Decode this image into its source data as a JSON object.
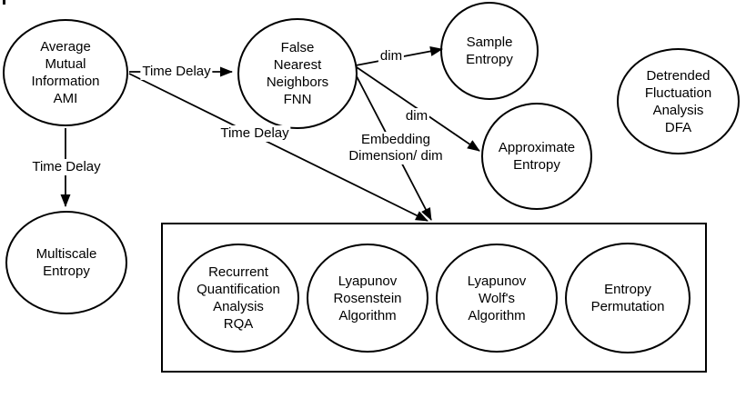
{
  "diagram": {
    "background_color": "#ffffff",
    "line_color": "#000000"
  },
  "nodes": [
    {
      "id": "ami",
      "lines": [
        "Average",
        "Mutual",
        "Information",
        "AMI"
      ]
    },
    {
      "id": "fnn",
      "lines": [
        "False",
        "Nearest",
        "Neighbors",
        "FNN"
      ]
    },
    {
      "id": "sample",
      "lines": [
        "Sample",
        "Entropy"
      ]
    },
    {
      "id": "approximate",
      "lines": [
        "Approximate",
        "Entropy"
      ]
    },
    {
      "id": "dfa",
      "lines": [
        "Detrended",
        "Fluctuation",
        "Analysis",
        "DFA"
      ]
    },
    {
      "id": "multiscale",
      "lines": [
        "Multiscale",
        "Entropy"
      ]
    },
    {
      "id": "rqa",
      "lines": [
        "Recurrent",
        "Quantification",
        "Analysis",
        "RQA"
      ]
    },
    {
      "id": "rosenstein",
      "lines": [
        "Lyapunov",
        "Rosenstein",
        "Algorithm"
      ]
    },
    {
      "id": "wolf",
      "lines": [
        "Lyapunov",
        "Wolf's",
        "Algorithm"
      ]
    },
    {
      "id": "permutation",
      "lines": [
        "Entropy",
        "Permutation"
      ]
    }
  ],
  "edges": {
    "ami_to_fnn": {
      "label": "Time Delay"
    },
    "ami_to_multiscale": {
      "label": "Time Delay"
    },
    "ami_to_methods_box": {
      "label": "Time Delay"
    },
    "fnn_to_sample": {
      "label": "dim"
    },
    "fnn_to_approximate": {
      "label": "dim"
    },
    "fnn_to_methods_box": {
      "label_line1": "Embedding",
      "label_line2": "Dimension/ dim"
    }
  }
}
